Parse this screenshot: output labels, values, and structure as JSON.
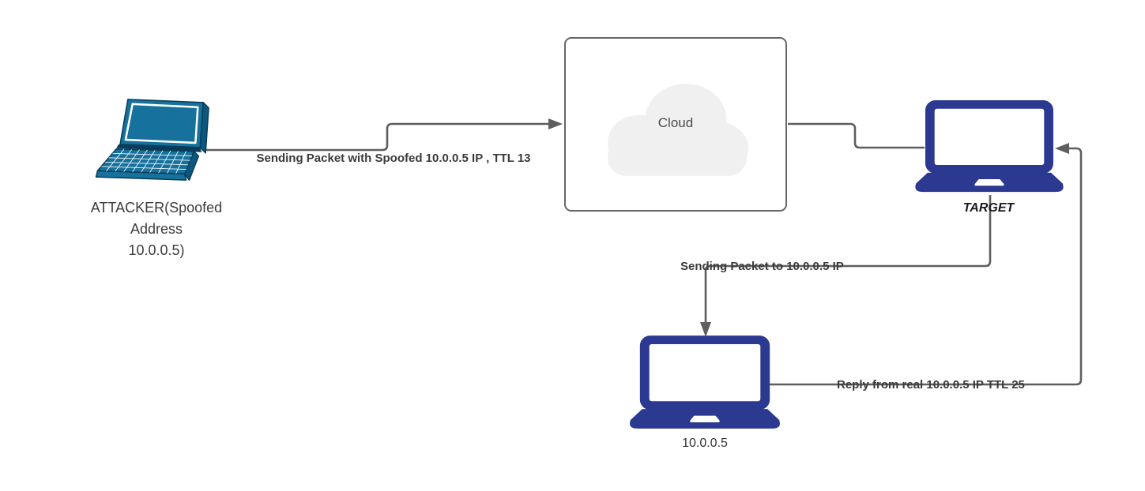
{
  "colors": {
    "canvas": "#ffffff",
    "connector": "#5e5e5e",
    "label": "#3b3b3b",
    "navy": "#2b3990",
    "teal": "#16719c",
    "teal-dark": "#0d567e",
    "teal-deep": "#083d5a",
    "cloud-fill": "#f0f0f0",
    "cloud-border": "#666666",
    "cloud-text": "#4a4a4a"
  },
  "nodes": {
    "attacker": {
      "label": "ATTACKER(Spoofed\nAddress\n10.0.0.5)",
      "icon": "laptop-3d-icon"
    },
    "cloud": {
      "label": "Cloud",
      "icon": "cloud-icon"
    },
    "target": {
      "label": "TARGET",
      "icon": "laptop-icon"
    },
    "real_host": {
      "label": "10.0.0.5",
      "icon": "laptop-icon"
    }
  },
  "edges": {
    "attacker_to_cloud": {
      "from": "attacker",
      "to": "cloud",
      "label": "Sending Packet with Spoofed 10.0.0.5 IP , TTL 13"
    },
    "cloud_to_target": {
      "from": "cloud",
      "to": "target",
      "label": ""
    },
    "target_to_real_host": {
      "from": "target",
      "to": "real_host",
      "label": "Sending Packet to 10.0.0.5 IP"
    },
    "real_host_to_target": {
      "from": "real_host",
      "to": "target",
      "label": "Reply from real 10.0.0.5 IP TTL 25"
    }
  }
}
